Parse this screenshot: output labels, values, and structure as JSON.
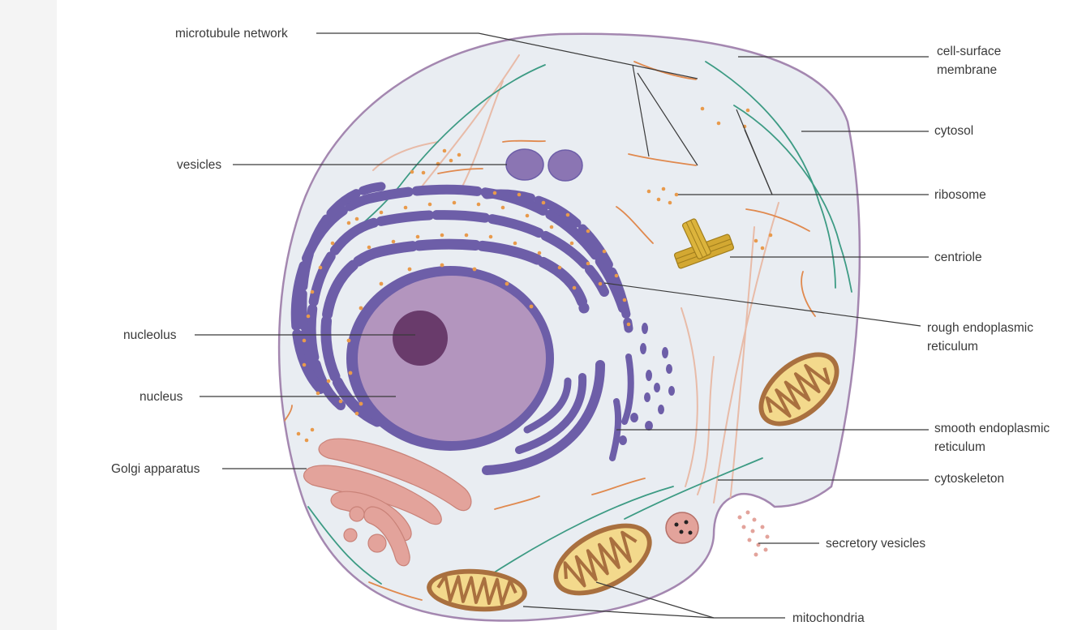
{
  "labels": {
    "microtubule_network": "microtubule network",
    "vesicles": "vesicles",
    "nucleolus": "nucleolus",
    "nucleus": "nucleus",
    "golgi_apparatus": "Golgi apparatus",
    "cell_surface_membrane": "cell-surface\nmembrane",
    "cytosol": "cytosol",
    "ribosome": "ribosome",
    "centriole": "centriole",
    "rough_er": "rough endoplasmic\nreticulum",
    "smooth_er": "smooth endoplasmic\nreticulum",
    "cytoskeleton": "cytoskeleton",
    "secretory_vesicles": "secretory vesicles",
    "mitochondria": "mitochondria"
  },
  "colors": {
    "cytoplasm": "#e9edf2",
    "membrane": "#a487b0",
    "nucleus": "#b395be",
    "nucleolus": "#693b6b",
    "er": "#6d5ea8",
    "ribosome": "#e89a4c",
    "golgi": "#e3a39b",
    "mito_outer": "#a9703f",
    "mito_inner": "#f3d98c",
    "centriole": "#d3a832",
    "microtubule": "#3d9b84",
    "filament": "#e8bba8"
  }
}
